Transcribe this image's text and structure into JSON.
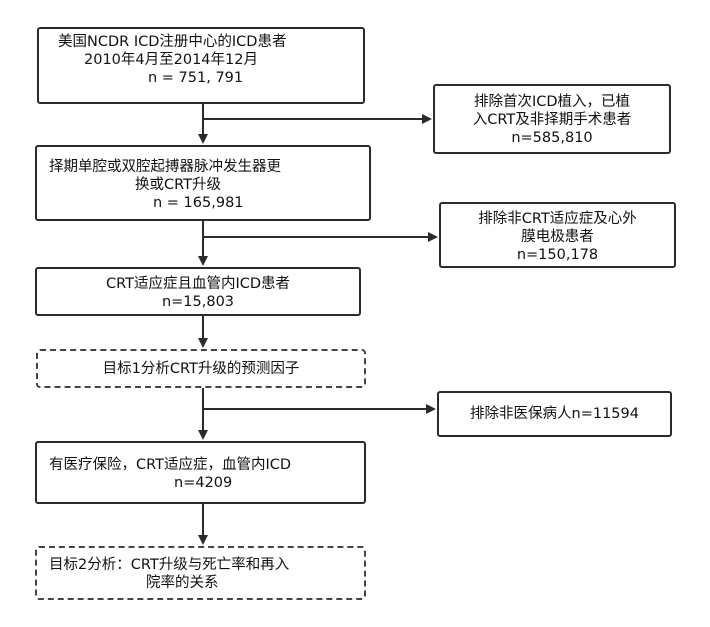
{
  "flowchart": {
    "step1": {
      "line1": "美国NCDR ICD注册中心的ICD患者",
      "line2": "2010年4月至2014年12月",
      "line3": "n = 751, 791"
    },
    "exclude1": {
      "line1": "排除首次ICD植入，已植",
      "line2": "入CRT及非择期手术患者",
      "line3": "n=585,810"
    },
    "step2": {
      "line1": "择期单腔或双腔起搏器脉冲发生器更",
      "line2": "换或CRT升级",
      "line3": "n = 165,981"
    },
    "exclude2": {
      "line1": "排除非CRT适应症及心外",
      "line2": "膜电极患者",
      "line3": "n=150,178"
    },
    "step3": {
      "line1": "CRT适应症且血管内ICD患者",
      "line2": "n=15,803"
    },
    "goal1": {
      "text": "目标1分析CRT升级的预测因子"
    },
    "exclude3": {
      "text": "排除非医保病人n=11594"
    },
    "step4": {
      "line1": "有医疗保险，CRT适应症，血管内ICD",
      "line2": "n=4209"
    },
    "goal2": {
      "line1": "目标2分析：CRT升级与死亡率和再入",
      "line2": "院率的关系"
    }
  }
}
